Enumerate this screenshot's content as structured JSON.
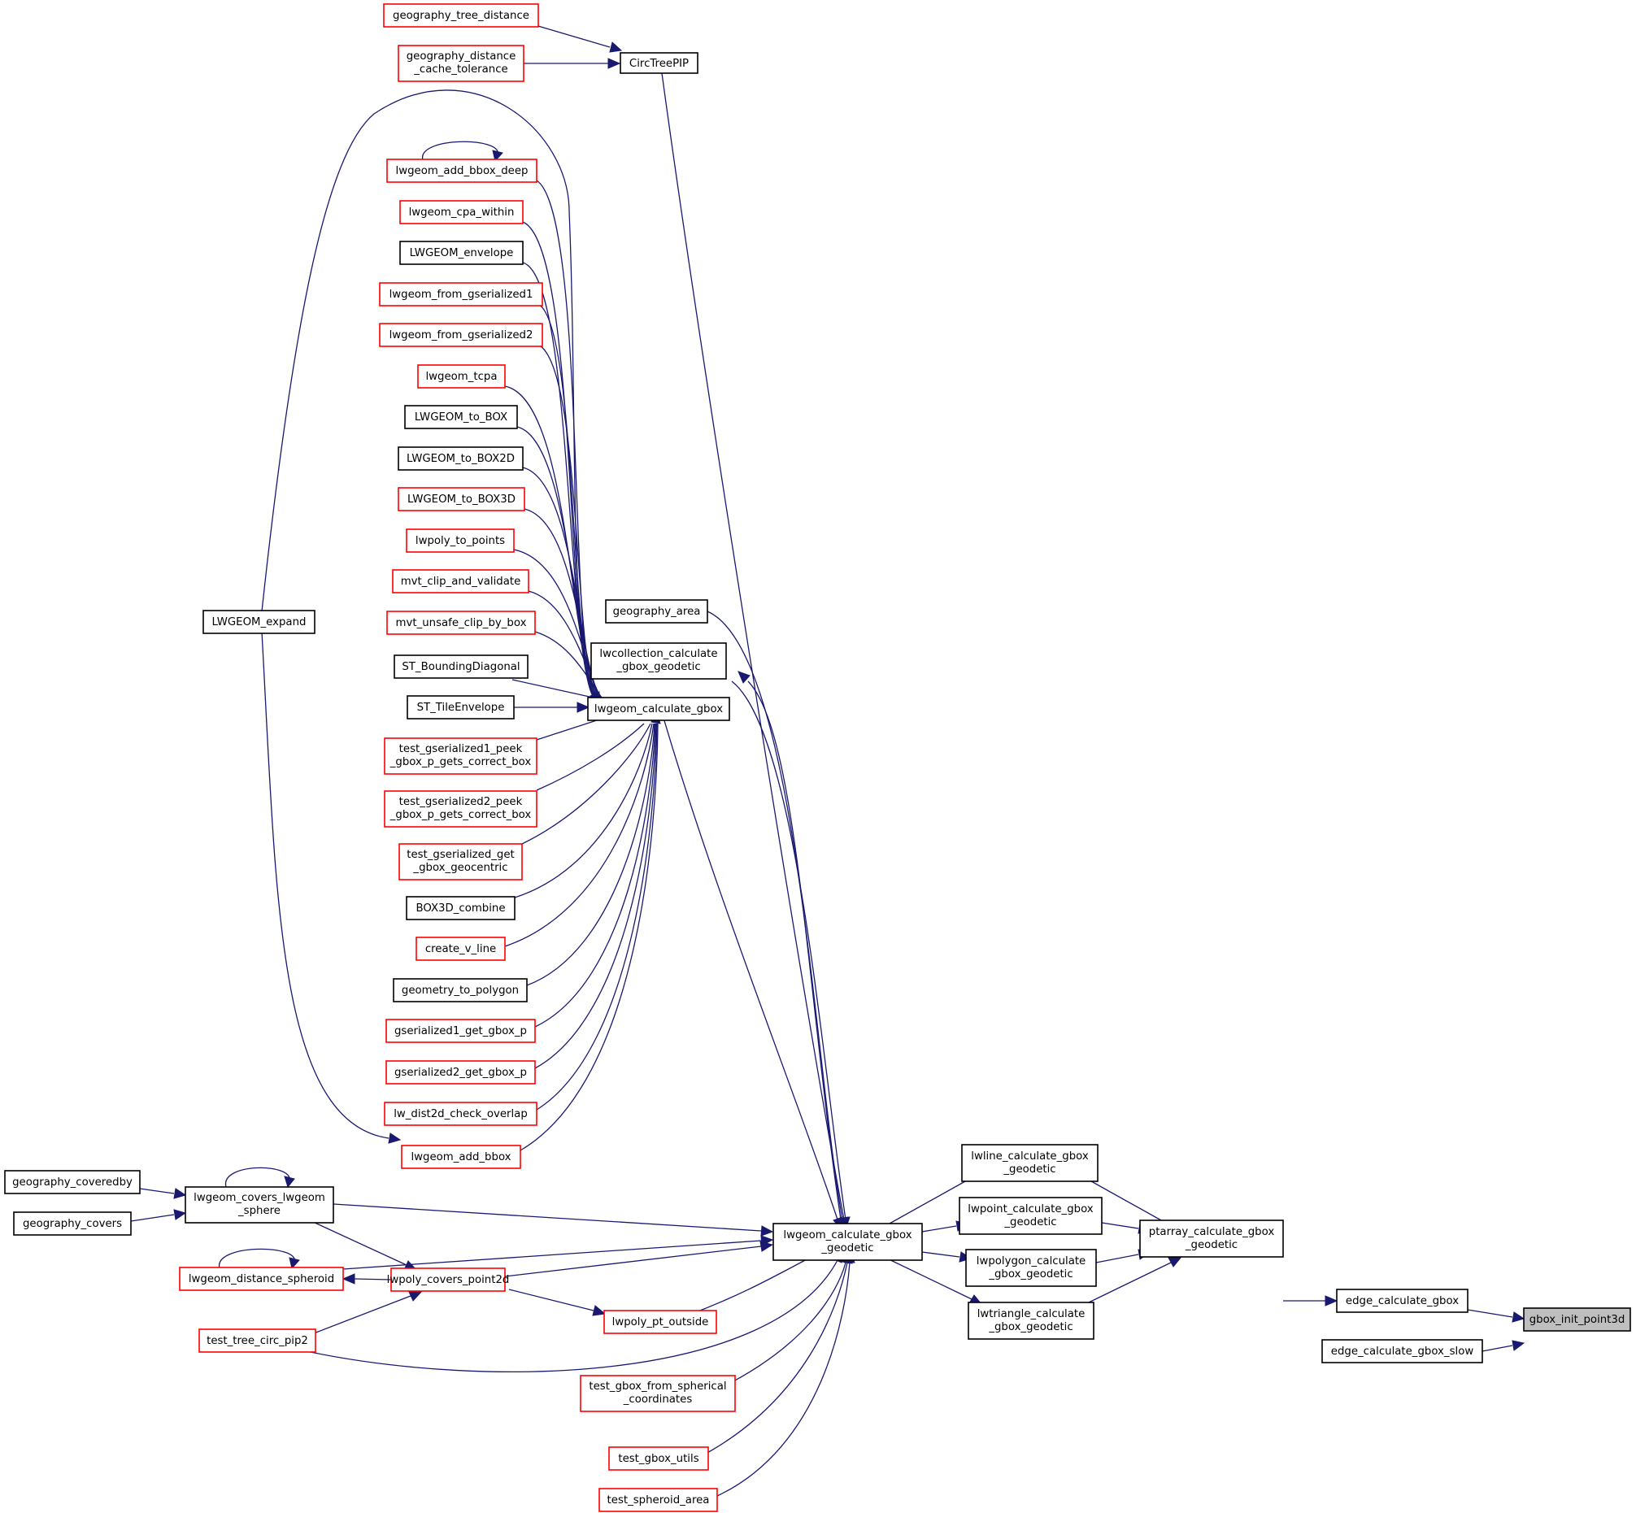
{
  "colors": {
    "edge": "#191970",
    "red_border": "#ff0000",
    "black_border": "#000000",
    "focus_fill": "#bfbfbf"
  },
  "nodes": {
    "gbox_init_point3d": {
      "lines": [
        "gbox_init_point3d"
      ],
      "style": "focus"
    },
    "edge_calculate_gbox": {
      "lines": [
        "edge_calculate_gbox"
      ],
      "style": "black"
    },
    "edge_calculate_gbox_slow": {
      "lines": [
        "edge_calculate_gbox_slow"
      ],
      "style": "black"
    },
    "ptarray_calculate_gbox_geodetic": {
      "lines": [
        "ptarray_calculate_gbox",
        "_geodetic"
      ],
      "style": "black"
    },
    "lwline_calculate_gbox_geodetic": {
      "lines": [
        "lwline_calculate_gbox",
        "_geodetic"
      ],
      "style": "black"
    },
    "lwpoint_calculate_gbox_geodetic": {
      "lines": [
        "lwpoint_calculate_gbox",
        "_geodetic"
      ],
      "style": "black"
    },
    "lwpolygon_calculate_gbox_geodetic": {
      "lines": [
        "lwpolygon_calculate",
        "_gbox_geodetic"
      ],
      "style": "black"
    },
    "lwtriangle_calculate_gbox_geodetic": {
      "lines": [
        "lwtriangle_calculate",
        "_gbox_geodetic"
      ],
      "style": "black"
    },
    "lwgeom_calculate_gbox_geodetic": {
      "lines": [
        "lwgeom_calculate_gbox",
        "_geodetic"
      ],
      "style": "black"
    },
    "geography_tree_distance": {
      "lines": [
        "geography_tree_distance"
      ],
      "style": "red"
    },
    "geography_distance_cache_tolerance": {
      "lines": [
        "geography_distance",
        "_cache_tolerance"
      ],
      "style": "red"
    },
    "CircTreePIP": {
      "lines": [
        "CircTreePIP"
      ],
      "style": "black"
    },
    "lwgeom_add_bbox_deep": {
      "lines": [
        "lwgeom_add_bbox_deep"
      ],
      "style": "red"
    },
    "lwgeom_cpa_within": {
      "lines": [
        "lwgeom_cpa_within"
      ],
      "style": "red"
    },
    "LWGEOM_envelope": {
      "lines": [
        "LWGEOM_envelope"
      ],
      "style": "black"
    },
    "lwgeom_from_gserialized1": {
      "lines": [
        "lwgeom_from_gserialized1"
      ],
      "style": "red"
    },
    "lwgeom_from_gserialized2": {
      "lines": [
        "lwgeom_from_gserialized2"
      ],
      "style": "red"
    },
    "lwgeom_tcpa": {
      "lines": [
        "lwgeom_tcpa"
      ],
      "style": "red"
    },
    "LWGEOM_to_BOX": {
      "lines": [
        "LWGEOM_to_BOX"
      ],
      "style": "black"
    },
    "LWGEOM_to_BOX2D": {
      "lines": [
        "LWGEOM_to_BOX2D"
      ],
      "style": "black"
    },
    "LWGEOM_to_BOX3D": {
      "lines": [
        "LWGEOM_to_BOX3D"
      ],
      "style": "red"
    },
    "lwpoly_to_points": {
      "lines": [
        "lwpoly_to_points"
      ],
      "style": "red"
    },
    "mvt_clip_and_validate": {
      "lines": [
        "mvt_clip_and_validate"
      ],
      "style": "red"
    },
    "mvt_unsafe_clip_by_box": {
      "lines": [
        "mvt_unsafe_clip_by_box"
      ],
      "style": "red"
    },
    "ST_BoundingDiagonal": {
      "lines": [
        "ST_BoundingDiagonal"
      ],
      "style": "black"
    },
    "ST_TileEnvelope": {
      "lines": [
        "ST_TileEnvelope"
      ],
      "style": "black"
    },
    "test_gserialized1_peek": {
      "lines": [
        "test_gserialized1_peek",
        "_gbox_p_gets_correct_box"
      ],
      "style": "red"
    },
    "test_gserialized2_peek": {
      "lines": [
        "test_gserialized2_peek",
        "_gbox_p_gets_correct_box"
      ],
      "style": "red"
    },
    "test_gserialized_get_gbox_geocentric": {
      "lines": [
        "test_gserialized_get",
        "_gbox_geocentric"
      ],
      "style": "red"
    },
    "BOX3D_combine": {
      "lines": [
        "BOX3D_combine"
      ],
      "style": "black"
    },
    "create_v_line": {
      "lines": [
        "create_v_line"
      ],
      "style": "red"
    },
    "geometry_to_polygon": {
      "lines": [
        "geometry_to_polygon"
      ],
      "style": "black"
    },
    "gserialized1_get_gbox_p": {
      "lines": [
        "gserialized1_get_gbox_p"
      ],
      "style": "red"
    },
    "gserialized2_get_gbox_p": {
      "lines": [
        "gserialized2_get_gbox_p"
      ],
      "style": "red"
    },
    "lw_dist2d_check_overlap": {
      "lines": [
        "lw_dist2d_check_overlap"
      ],
      "style": "red"
    },
    "lwgeom_add_bbox": {
      "lines": [
        "lwgeom_add_bbox"
      ],
      "style": "red"
    },
    "LWGEOM_expand": {
      "lines": [
        "LWGEOM_expand"
      ],
      "style": "black"
    },
    "geography_area": {
      "lines": [
        "geography_area"
      ],
      "style": "black"
    },
    "lwcollection_calculate_gbox_geodetic": {
      "lines": [
        "lwcollection_calculate",
        "_gbox_geodetic"
      ],
      "style": "black"
    },
    "lwgeom_calculate_gbox": {
      "lines": [
        "lwgeom_calculate_gbox"
      ],
      "style": "black"
    },
    "geography_coveredby": {
      "lines": [
        "geography_coveredby"
      ],
      "style": "black"
    },
    "geography_covers": {
      "lines": [
        "geography_covers"
      ],
      "style": "black"
    },
    "lwgeom_covers_lwgeom_sphere": {
      "lines": [
        "lwgeom_covers_lwgeom",
        "_sphere"
      ],
      "style": "black"
    },
    "lwgeom_distance_spheroid": {
      "lines": [
        "lwgeom_distance_spheroid"
      ],
      "style": "red"
    },
    "lwpoly_covers_point2d": {
      "lines": [
        "lwpoly_covers_point2d"
      ],
      "style": "red"
    },
    "test_tree_circ_pip2": {
      "lines": [
        "test_tree_circ_pip2"
      ],
      "style": "red"
    },
    "lwpoly_pt_outside": {
      "lines": [
        "lwpoly_pt_outside"
      ],
      "style": "red"
    },
    "test_gbox_from_spherical_coordinates": {
      "lines": [
        "test_gbox_from_spherical",
        "_coordinates"
      ],
      "style": "red"
    },
    "test_gbox_utils": {
      "lines": [
        "test_gbox_utils"
      ],
      "style": "red"
    },
    "test_spheroid_area": {
      "lines": [
        "test_spheroid_area"
      ],
      "style": "red"
    }
  }
}
